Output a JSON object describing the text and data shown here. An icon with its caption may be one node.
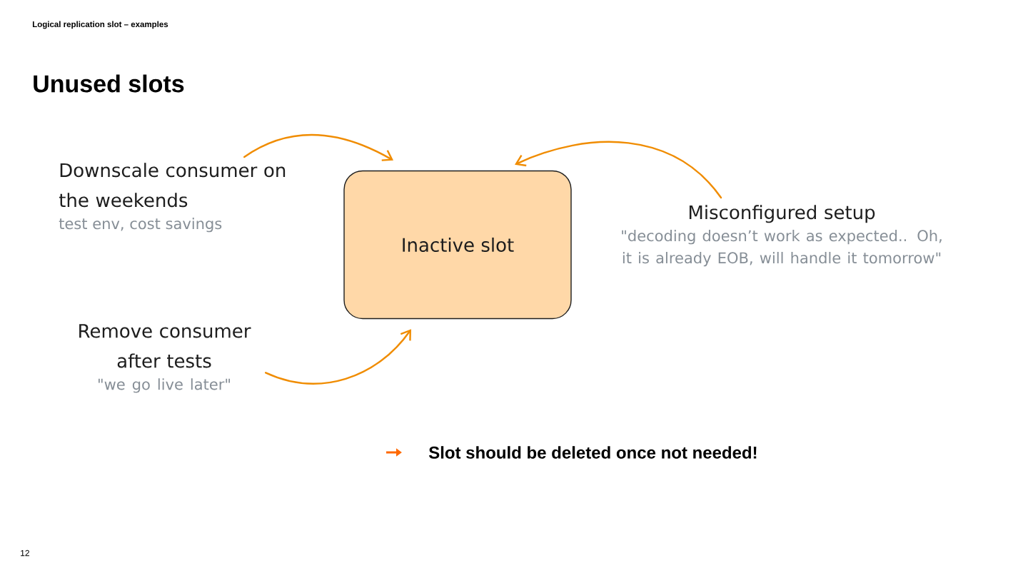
{
  "diagram": {
    "title": "Unused slots",
    "nodes": [
      {
        "text": [
          "Downscale consumer on the weekends",
          "test env, cost savings"
        ]
      },
      {
        "text": [
          "Inactive slot"
        ]
      },
      {
        "text": [
          "Misconfigured setup",
          "\"decoding doesn’t work as expected.. Oh, it is already EOB, will handle it tomorrow\""
        ]
      },
      {
        "text": [
          "Remove consumer after tests",
          "\"we go live later\""
        ]
      }
    ],
    "edges": [
      {
        "from": 0,
        "to": 1,
        "arrow": "to"
      },
      {
        "from": 2,
        "to": 1,
        "arrow": "to"
      },
      {
        "from": 3,
        "to": 1,
        "arrow": "to"
      }
    ],
    "labels": [
      "Logical replication slot – examples",
      "Slot should be deleted once not needed!",
      "12"
    ]
  }
}
